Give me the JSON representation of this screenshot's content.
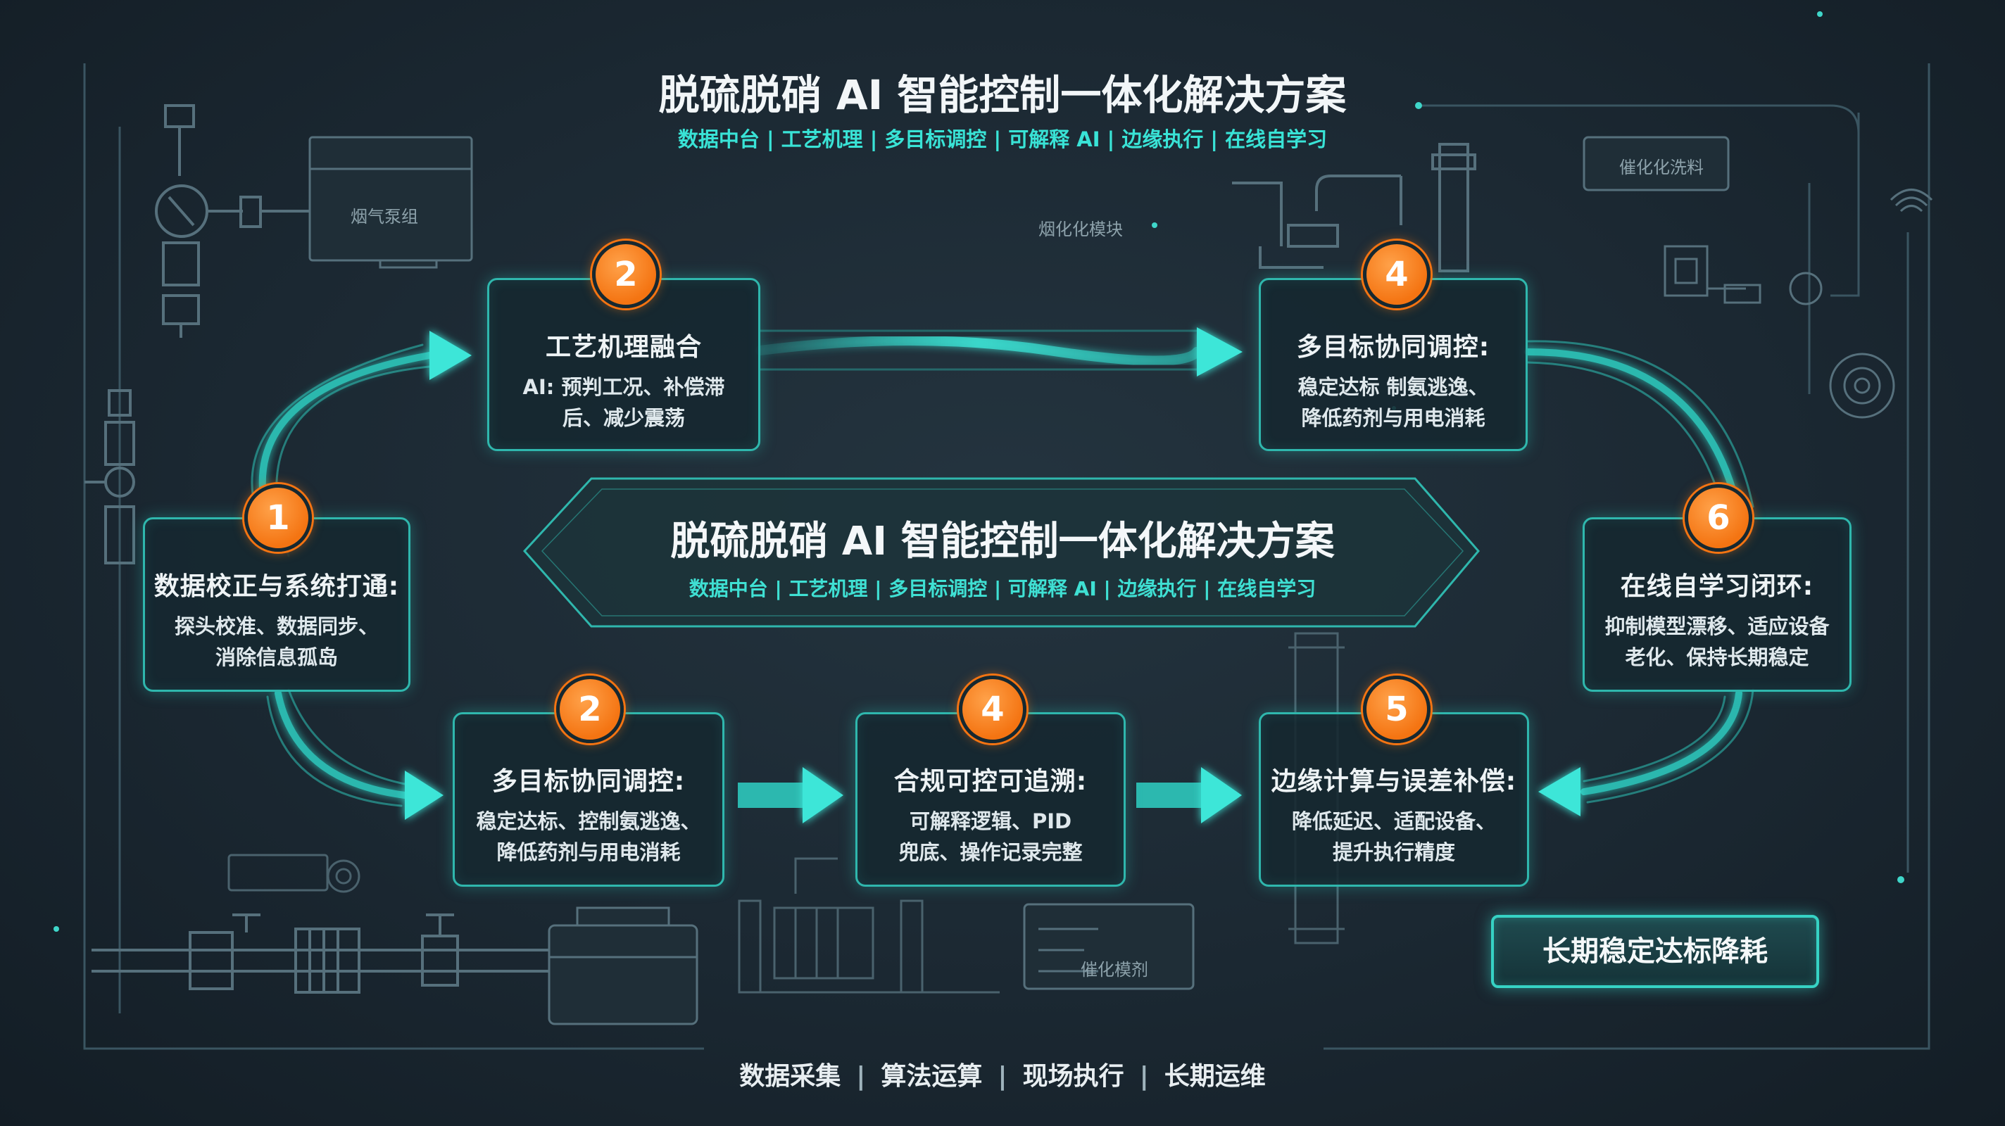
{
  "header": {
    "title": "脱硫脱硝 AI 智能控制一体化解决方案",
    "subtitle": "数据中台 | 工艺机理 | 多目标调控 | 可解释 AI | 边缘执行 | 在线自学习"
  },
  "center": {
    "title": "脱硫脱硝 AI 智能控制一体化解决方案",
    "subtitle": "数据中台 | 工艺机理 | 多目标调控 | 可解释 AI | 边缘执行 | 在线自学习"
  },
  "steps": [
    {
      "number": "1",
      "title": "数据校正与系统打通:",
      "desc": [
        "探头校准、数据同步、",
        "消除信息孤岛"
      ]
    },
    {
      "number": "2",
      "title": "工艺机理融合",
      "desc": [
        "AI: 预判工况、补偿滞",
        "后、减少震荡"
      ]
    },
    {
      "number": "4",
      "title": "多目标协同调控:",
      "desc": [
        "稳定达标 制氨逃逸、",
        "降低药剂与用电消耗"
      ]
    },
    {
      "number": "6",
      "title": "在线自学习闭环:",
      "desc": [
        "抑制模型漂移、适应设备",
        "老化、保持长期稳定"
      ]
    },
    {
      "number": "2",
      "title": "多目标协同调控:",
      "desc": [
        "稳定达标、控制氨逃逸、",
        "降低药剂与用电消耗"
      ]
    },
    {
      "number": "4",
      "title": "合规可控可追溯:",
      "desc": [
        "可解释逻辑、PID",
        "兜底、操作记录完整"
      ]
    },
    {
      "number": "5",
      "title": "边缘计算与误差补偿:",
      "desc": [
        "降低延迟、适配设备、",
        "提升执行精度"
      ]
    }
  ],
  "result": {
    "label": "长期稳定达标降耗"
  },
  "footer": [
    "数据采集",
    "算法运算",
    "现场执行",
    "长期运维"
  ],
  "equipment_labels": {
    "fan": "烟气泵组",
    "catalyst_module": "烟化化模块",
    "catalyst_top": "催化化洗料",
    "catalyst_bottom": "催化模剂"
  },
  "colors": {
    "accent": "#2fd1c4",
    "badge": "#f47412",
    "background": "#1b2832"
  }
}
